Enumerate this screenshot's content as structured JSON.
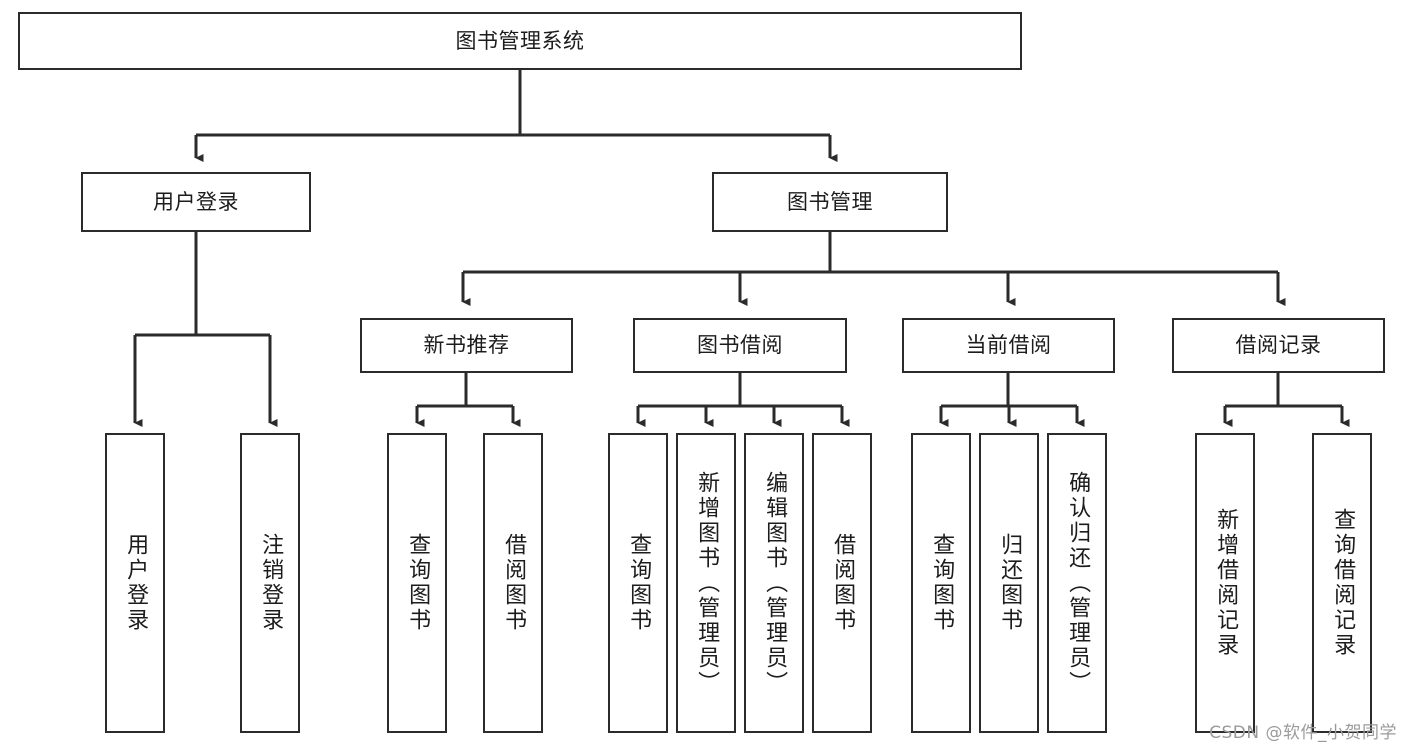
{
  "diagram": {
    "title": "图书管理系统",
    "type": "tree-hierarchy",
    "orientation": "top-down",
    "colors": {
      "box_border": "#2b2b2b",
      "box_fill": "#ffffff",
      "edge": "#2b2b2b",
      "text": "#1c1c1c",
      "watermark": "#9b9b9b",
      "background": "#ffffff"
    },
    "root": {
      "label": "图书管理系统"
    },
    "level2": [
      {
        "label": "用户登录"
      },
      {
        "label": "图书管理"
      }
    ],
    "level3": [
      {
        "label": "新书推荐"
      },
      {
        "label": "图书借阅"
      },
      {
        "label": "当前借阅"
      },
      {
        "label": "借阅记录"
      }
    ],
    "leaves": {
      "user_login": [
        {
          "label": "用户登录"
        },
        {
          "label": "注销登录"
        }
      ],
      "new_book_recommend": [
        {
          "label": "查询图书"
        },
        {
          "label": "借阅图书"
        }
      ],
      "book_borrow": [
        {
          "label": "查询图书"
        },
        {
          "label": "新增图书（管理员）"
        },
        {
          "label": "编辑图书（管理员）"
        },
        {
          "label": "借阅图书"
        }
      ],
      "current_borrow": [
        {
          "label": "查询图书"
        },
        {
          "label": "归还图书"
        },
        {
          "label": "确认归还（管理员）"
        }
      ],
      "borrow_record": [
        {
          "label": "新增借阅记录"
        },
        {
          "label": "查询借阅记录"
        }
      ]
    }
  },
  "watermark": {
    "text": "CSDN @软件_小贺同学"
  }
}
